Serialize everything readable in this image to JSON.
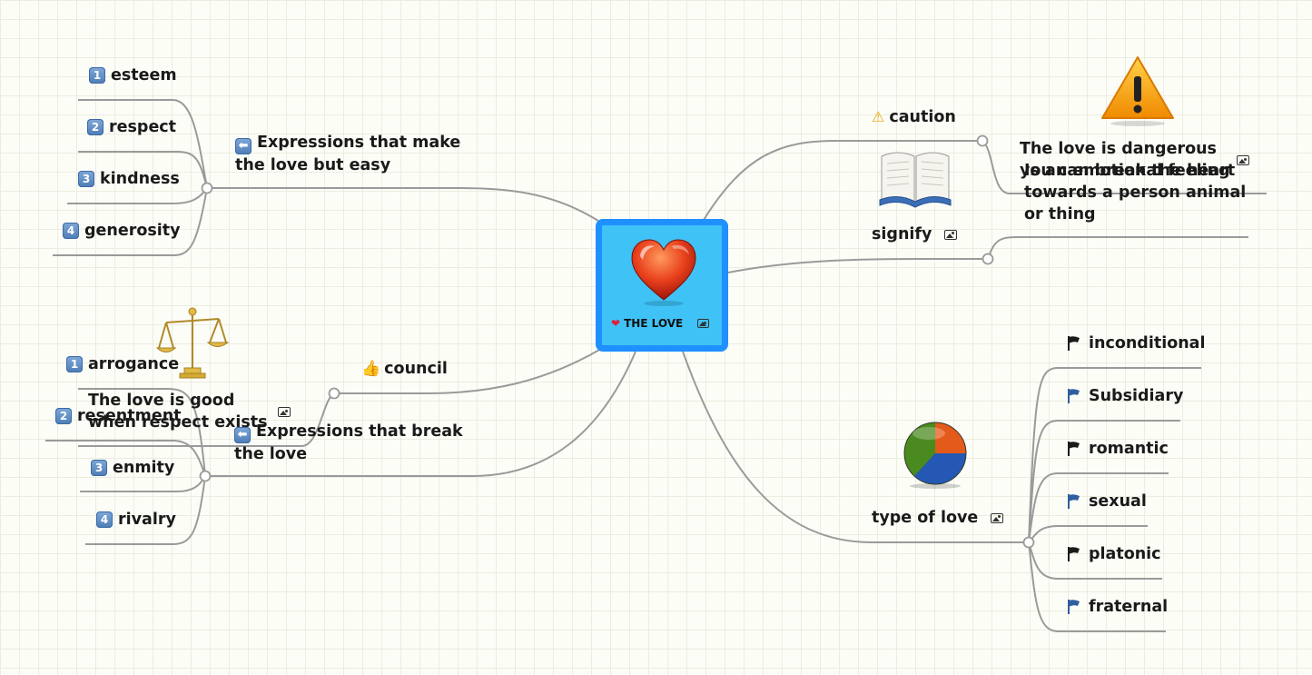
{
  "central": {
    "title": "THE LOVE",
    "icon": "heart-icon"
  },
  "branches": {
    "make_easy": {
      "label": "Expressions that make the love but easy",
      "items": [
        "esteem",
        "respect",
        "kindness",
        "generosity"
      ],
      "badges": [
        "1",
        "2",
        "3",
        "4"
      ]
    },
    "break": {
      "label": "Expressions that break the love",
      "items": [
        "arrogance",
        "resentment",
        "enmity",
        "rivalry"
      ],
      "badges": [
        "1",
        "2",
        "3",
        "4"
      ]
    },
    "council": {
      "label": "council",
      "note": "The love is good when respect exists",
      "image": "scales-icon"
    },
    "caution": {
      "label": "caution",
      "note": "The love is dangerous you can break the heart",
      "image": "warning-icon"
    },
    "signify": {
      "label": "signify",
      "note": "Is an emotional feeling towards a person animal or thing",
      "image": "book-icon"
    },
    "types": {
      "label": "type of love",
      "image": "pie-chart-icon",
      "items": [
        "inconditional",
        "Subsidiary",
        "romantic",
        "sexual",
        "platonic",
        "fraternal"
      ],
      "flag_colors": [
        "#1a1a1a",
        "#2f5f9e",
        "#1a1a1a",
        "#2f5f9e",
        "#1a1a1a",
        "#2f5f9e"
      ]
    }
  },
  "colors": {
    "central_fill": "#3fc2f5",
    "central_border": "#1e90ff",
    "link": "#999999"
  }
}
